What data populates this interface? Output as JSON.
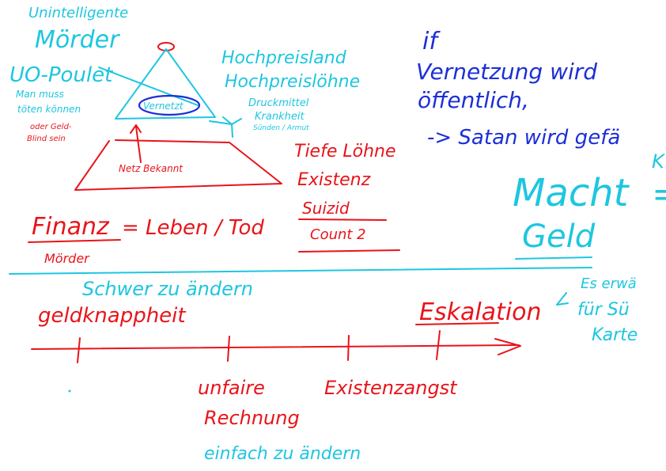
{
  "colors": {
    "cyan": "#1ec6e0",
    "red": "#e8141a",
    "blue": "#1c2fd6",
    "background": "#ffffff"
  },
  "left_notes": {
    "line1": "Unintelligente",
    "line2": "Mörder",
    "line3": "UO-Poulet",
    "line4": "Man muss",
    "line5": "töten können",
    "line6": "oder Geld-",
    "line7": "Blind sein"
  },
  "pyramid": {
    "top_label": "Vernetzt",
    "bottom_note": "Netz Bekannt"
  },
  "right_of_pyramid": {
    "line1": "Hochpreisland",
    "line2": "Hochpreislöhne",
    "line3": "Druckmittel",
    "line4": "Krankheit",
    "line5": "Sünden / Armut"
  },
  "list_right": {
    "item1": "Tiefe Löhne",
    "item2": "Existenz",
    "item3": "Suizid",
    "item4": "Count 2"
  },
  "equation": {
    "lhs": "Finanz",
    "rhs": "= Leben / Tod",
    "sub": "Mörder"
  },
  "top_right": {
    "line1": "if",
    "line2": "Vernetzung wird",
    "line3": "öffentlich,",
    "line4": "-> Satan wird gefä",
    "line5": "Macht",
    "line6": "Geld",
    "corner_glyph": "K"
  },
  "timeline": {
    "above_line1": "Schwer zu ändern",
    "above_line2": "geldknappheit",
    "above_right": "Eskalation",
    "below_left1": "unfaire",
    "below_left2": "Rechnung",
    "below_left3": "einfach zu ändern",
    "below_right": "Existenzangst"
  },
  "side_right": {
    "line1": "Es erwä",
    "line2": "für Sü",
    "line3": "Karte"
  }
}
